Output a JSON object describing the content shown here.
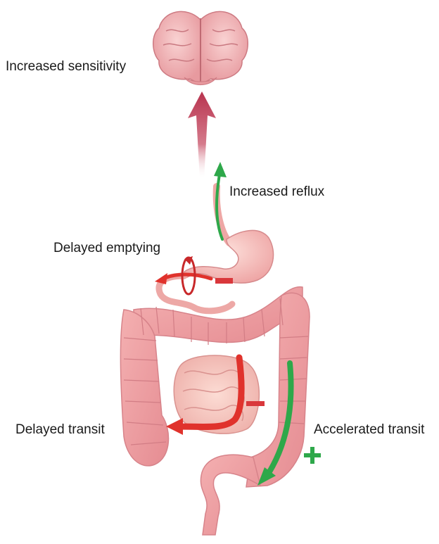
{
  "labels": {
    "increased_sensitivity": "Increased sensitivity",
    "increased_reflux": "Increased reflux",
    "delayed_emptying": "Delayed emptying",
    "delayed_transit": "Delayed transit",
    "accelerated_transit": "Accelerated transit"
  },
  "signs": {
    "stomach_sign": "minus",
    "small_intestine_sign": "minus",
    "colon_sign": "plus"
  },
  "colors": {
    "organ_pink": "#eea0a3",
    "organ_dark": "#c9646d",
    "arrow_red": "#e0322c",
    "arrow_green": "#2ea84a",
    "arrow_crimson": "#b8334e"
  }
}
